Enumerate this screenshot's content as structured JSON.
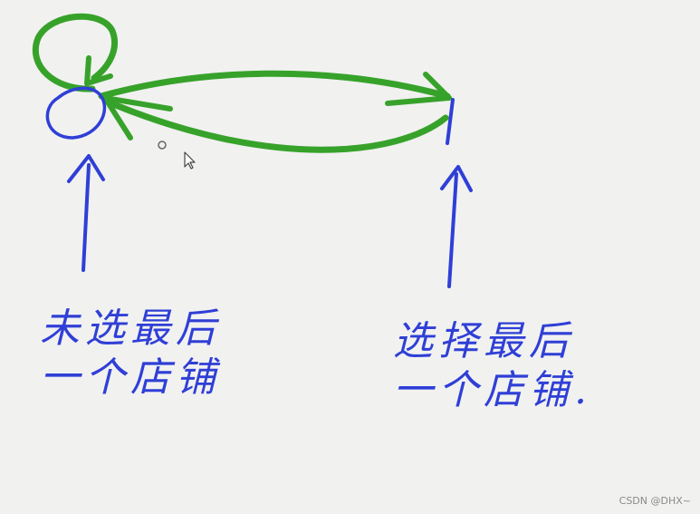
{
  "labels": {
    "left": [
      "未选最后",
      "一个店铺"
    ],
    "right": [
      "选择最后",
      "一个店铺."
    ]
  },
  "watermark": "CSDN @DHX~",
  "colors": {
    "green_stroke": "#37a22a",
    "blue_stroke": "#2f3fd6",
    "pointer": "#444444"
  },
  "icons": [
    "cursor-pointer-icon"
  ]
}
